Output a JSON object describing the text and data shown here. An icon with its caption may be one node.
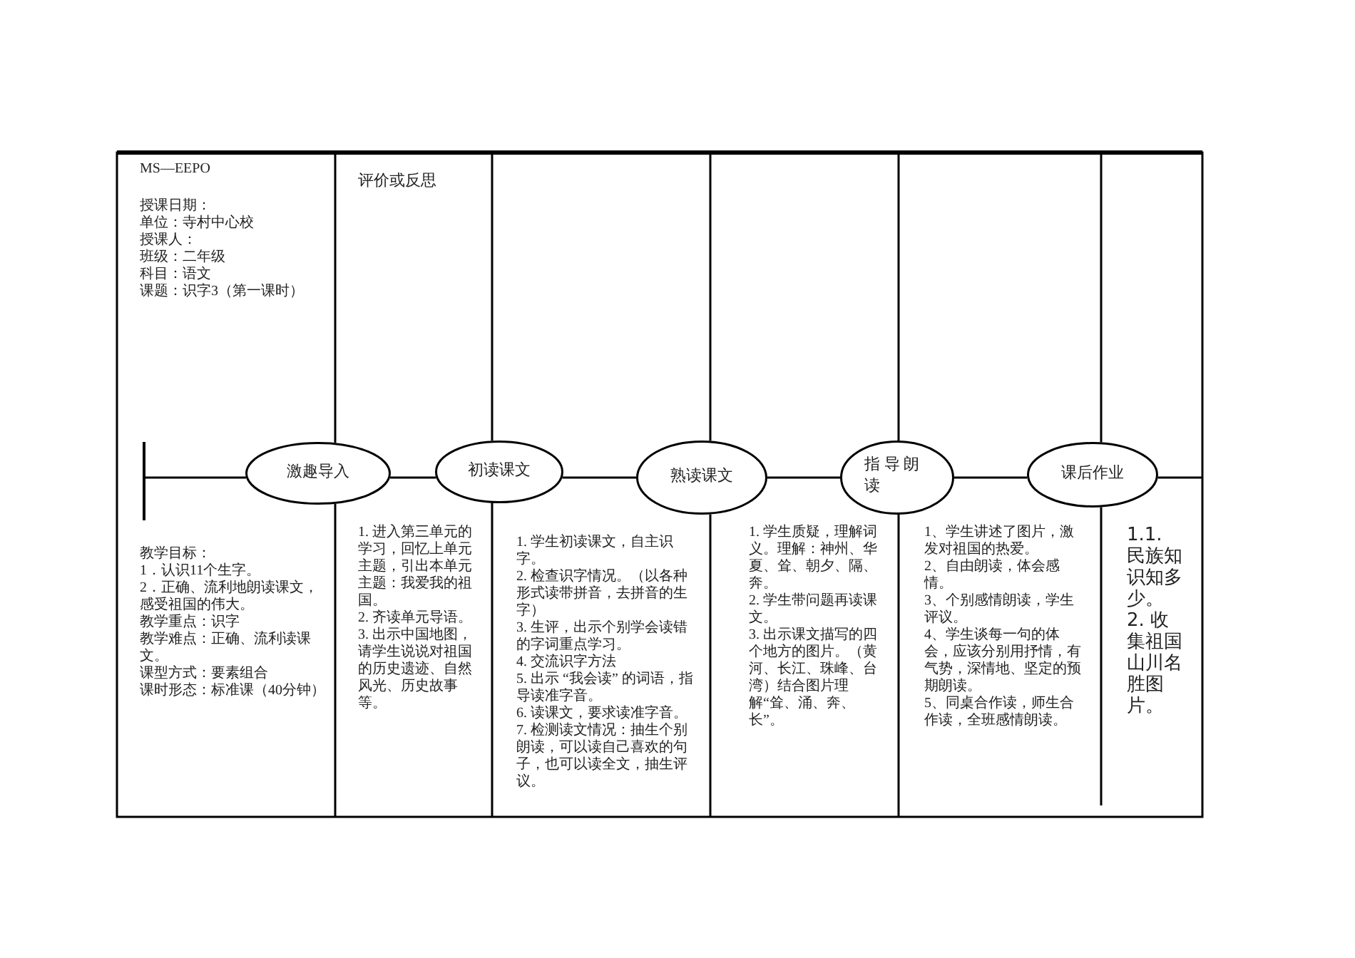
{
  "diagram": {
    "nodes": [
      {
        "text": [],
        "shape": "bar"
      },
      {
        "text": [
          "激趣导入"
        ]
      },
      {
        "text": [
          "初读课文"
        ]
      },
      {
        "text": [
          "熟读课文"
        ]
      },
      {
        "text": [
          "指 导 朗读"
        ]
      },
      {
        "text": [
          "课后作业"
        ]
      }
    ],
    "edges": [
      {
        "from": 0,
        "to": 1,
        "arrow": "none"
      },
      {
        "from": 1,
        "to": 2,
        "arrow": "none"
      },
      {
        "from": 2,
        "to": 3,
        "arrow": "none"
      },
      {
        "from": 3,
        "to": 4,
        "arrow": "none"
      },
      {
        "from": 4,
        "to": 5,
        "arrow": "none"
      },
      {
        "from": 5,
        "to": null,
        "arrow": "none"
      }
    ],
    "labels": [
      "MS—EEPO",
      "授课日期：",
      "单位：寺村中心校",
      "授课人：",
      "班级：二年级",
      "科目：语文",
      "课题：识字3（第一课时）",
      "评价或反思",
      "教学目标：",
      "1．认识11个生字。",
      "2．正确、流利地朗读课文，感受祖国的伟大。",
      "教学重点：识字",
      "教学难点：正确、流利读课文。",
      "课型方式：要素组合",
      "课时形态：标准课（40分钟）",
      "1. 进入第三单元的学习，回忆上单元主题，引出本单元主题：我爱我的祖国。",
      "2. 齐读单元导语。",
      "3. 出示中国地图，请学生说说对祖国的历史遗迹、自然风光、历史故事等。",
      "1. 学生初读课文，自主识字。",
      "2. 检查识字情况。（以各种形式读带拼音，去拼音的生字）",
      "3. 生评，出示个别学会读错的字词重点学习。",
      "4. 交流识字方法",
      "5. 出示 “我会读” 的词语，指导读准字音。",
      "6. 读课文，要求读准字音。",
      "7. 检测读文情况：抽生个别朗读，可以读自己喜欢的句子，也可以读全文，抽生评议。",
      "1. 学生质疑，理解词义。理解：神州、华夏、耸、朝夕、隔、奔。",
      "2. 学生带问题再读课文。",
      "3. 出示课文描写的四个地方的图片。（黄河、长江、珠峰、台湾）结合图片理解“耸、涌、奔、长”。",
      "1、学生讲述了图片，激发对祖国的热爱。",
      "2、自由朗读，体会感情。",
      "3、个别感情朗读，学生评议。",
      "4、学生谈每一句的体会，应该分别用抒情，有气势，深情地、坚定的预期朗读。",
      "5、同桌合作读，师生合作读，全班感情朗读。",
      "1.1. 民族知识知多少。",
      "2. 收集祖国山川名胜图片。"
    ]
  }
}
